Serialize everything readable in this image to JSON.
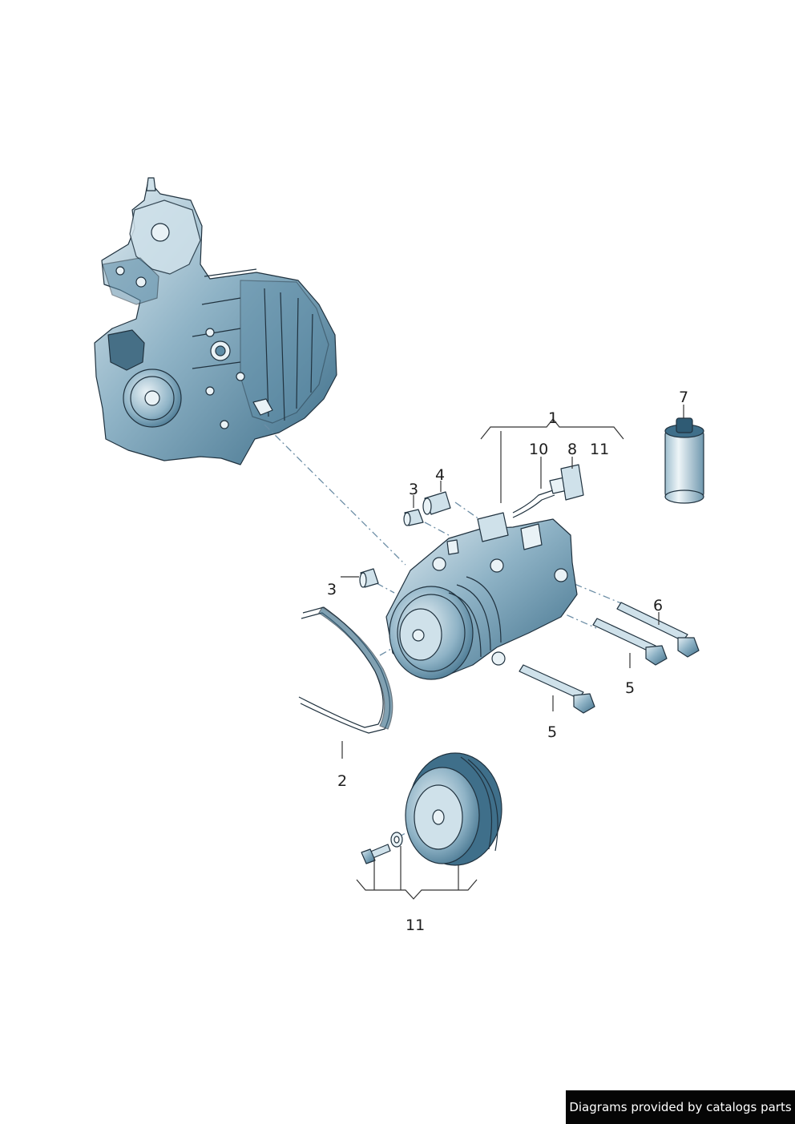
{
  "callouts": {
    "c1": "1",
    "c2": "2",
    "c3a": "3",
    "c3b": "3",
    "c4": "4",
    "c5a": "5",
    "c5b": "5",
    "c6": "6",
    "c7": "7",
    "c8": "8",
    "c10": "10",
    "c11a": "11",
    "c11b": "11"
  },
  "footer": {
    "text": "Diagrams provided by catalogs parts"
  },
  "colors": {
    "metal_light": "#e4eef3",
    "metal_mid": "#8fb3c6",
    "metal_dark": "#3f6f8a",
    "outline": "#20323f",
    "footer_bg": "#050505"
  }
}
